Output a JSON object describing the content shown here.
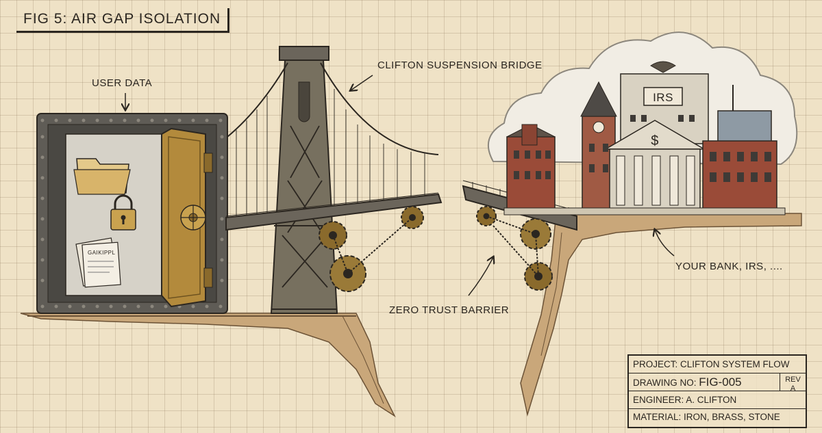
{
  "figure": {
    "title": "FIG 5: AIR GAP ISOLATION"
  },
  "labels": {
    "user_data": "USER DATA",
    "bridge": "CLIFTON SUSPENSION BRIDGE",
    "barrier": "ZERO TRUST BARRIER",
    "destination": "YOUR BANK, IRS, ...."
  },
  "signs": {
    "irs": "IRS",
    "bank_symbol": "$",
    "paper_heading": "GAIKIPPL"
  },
  "title_block": {
    "project_label": "PROJECT:",
    "project_value": "CLIFTON SYSTEM FLOW",
    "drawing_label": "DRAWING NO:",
    "drawing_value": "FIG-005",
    "rev_label": "REV",
    "rev_value": "A",
    "engineer_label": "ENGINEER:",
    "engineer_value": "A. CLIFTON",
    "material_label": "MATERIAL:",
    "material_value": "IRON, BRASS, STONE"
  },
  "palette": {
    "paper": "#efe2c6",
    "ink": "#2b2620",
    "iron": "#5f5c56",
    "brass": "#b38a3c",
    "brick": "#9a4b38",
    "stone": "#d9d2c2",
    "cliff": "#c9a77a"
  }
}
